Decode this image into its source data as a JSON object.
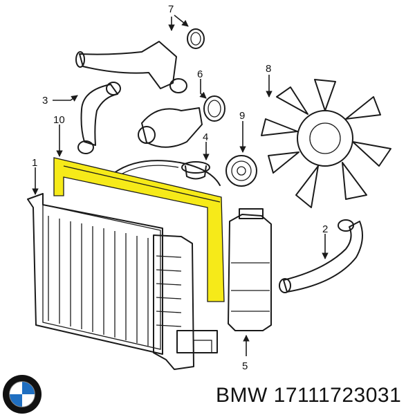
{
  "diagram": {
    "callouts": [
      "1",
      "2",
      "3",
      "4",
      "5",
      "6",
      "7",
      "8",
      "9",
      "10"
    ]
  },
  "caption": {
    "brand": "BMW",
    "part_number": "17111723031"
  },
  "logo": {
    "brand": "BMW",
    "colors": {
      "ring": "#111111",
      "blue": "#1f6fc1",
      "white": "#ffffff"
    }
  },
  "highlight": {
    "color": "#f6ea19"
  }
}
